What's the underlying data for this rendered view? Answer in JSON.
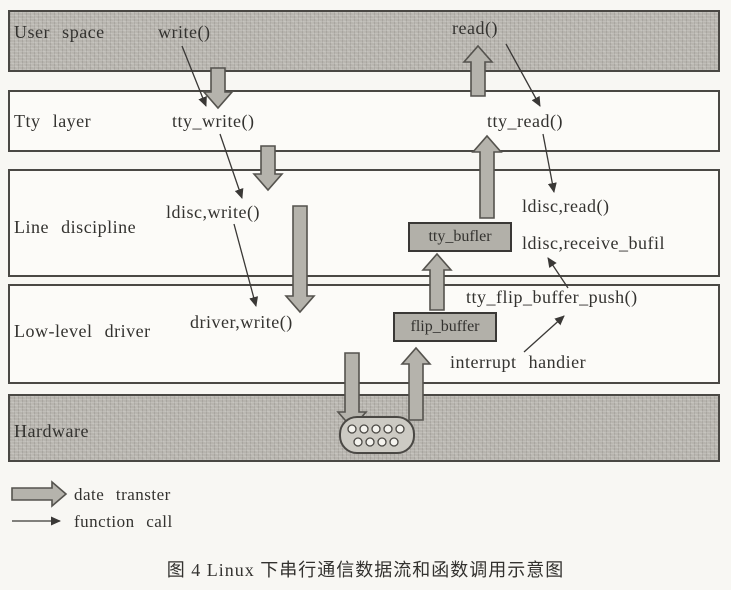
{
  "layers": {
    "user_space": "User space",
    "tty_layer": "Tty layer",
    "line_discipline": "Line discipline",
    "low_level_driver": "Low-level driver",
    "hardware": "Hardware"
  },
  "nodes": {
    "write": "write()",
    "read": "read()",
    "tty_write": "tty_write()",
    "tty_read": "tty_read()",
    "ldisc_write": "ldisc,write()",
    "ldisc_read": "ldisc,read()",
    "tty_buffer": "tty_bufler",
    "ldisc_receive_buf": "ldisc,receive_bufil",
    "driver_write": "driver,write()",
    "flip_buffer": "flip_buffer",
    "tty_flip_buffer_push": "tty_flip_buffer_push()",
    "interrupt_handler": "interrupt handier"
  },
  "legend": {
    "data_transfer": "date transter",
    "function_call": "function call"
  },
  "caption": "图 4  Linux 下串行通信数据流和函数调用示意图"
}
